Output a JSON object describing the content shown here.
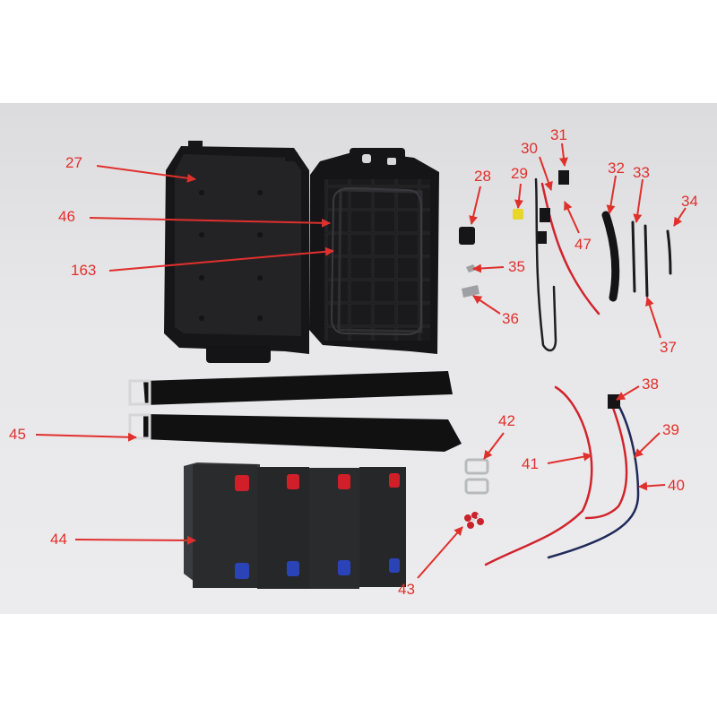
{
  "colors": {
    "callout": "#e0302c",
    "background": "#e6e6e8",
    "plastic": "#1c1c1e",
    "battery": "#2a2b2d",
    "red_terminal": "#d11f2a",
    "blue_terminal": "#2a44b8",
    "fuse": "#e7d62c"
  },
  "callouts": [
    {
      "id": "27",
      "label": "27"
    },
    {
      "id": "46",
      "label": "46"
    },
    {
      "id": "163",
      "label": "163"
    },
    {
      "id": "28",
      "label": "28"
    },
    {
      "id": "29",
      "label": "29"
    },
    {
      "id": "30",
      "label": "30"
    },
    {
      "id": "31",
      "label": "31"
    },
    {
      "id": "47",
      "label": "47"
    },
    {
      "id": "32",
      "label": "32"
    },
    {
      "id": "33",
      "label": "33"
    },
    {
      "id": "34",
      "label": "34"
    },
    {
      "id": "35",
      "label": "35"
    },
    {
      "id": "36",
      "label": "36"
    },
    {
      "id": "37",
      "label": "37"
    },
    {
      "id": "38",
      "label": "38"
    },
    {
      "id": "39",
      "label": "39"
    },
    {
      "id": "40",
      "label": "40"
    },
    {
      "id": "41",
      "label": "41"
    },
    {
      "id": "42",
      "label": "42"
    },
    {
      "id": "43",
      "label": "43"
    },
    {
      "id": "44",
      "label": "44"
    },
    {
      "id": "45",
      "label": "45"
    }
  ]
}
